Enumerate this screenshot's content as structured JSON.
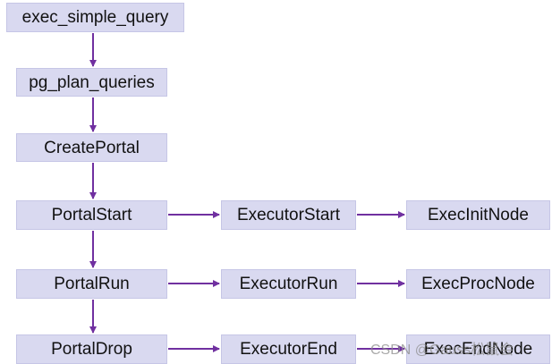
{
  "nodes": {
    "exec_simple_query": "exec_simple_query",
    "pg_plan_queries": "pg_plan_queries",
    "create_portal": "CreatePortal",
    "portal_start": "PortalStart",
    "portal_run": "PortalRun",
    "portal_drop": "PortalDrop",
    "executor_start": "ExecutorStart",
    "executor_run": "ExecutorRun",
    "executor_end": "ExecutorEnd",
    "exec_init_node": "ExecInitNode",
    "exec_proc_node": "ExecProcNode",
    "exec_end_node": "ExecEndNode"
  },
  "edges": [
    {
      "from": "exec_simple_query",
      "to": "pg_plan_queries"
    },
    {
      "from": "pg_plan_queries",
      "to": "create_portal"
    },
    {
      "from": "create_portal",
      "to": "portal_start"
    },
    {
      "from": "portal_start",
      "to": "portal_run"
    },
    {
      "from": "portal_run",
      "to": "portal_drop"
    },
    {
      "from": "portal_start",
      "to": "executor_start"
    },
    {
      "from": "executor_start",
      "to": "exec_init_node"
    },
    {
      "from": "portal_run",
      "to": "executor_run"
    },
    {
      "from": "executor_run",
      "to": "exec_proc_node"
    },
    {
      "from": "portal_drop",
      "to": "executor_end"
    },
    {
      "from": "executor_end",
      "to": "exec_end_node"
    }
  ],
  "colors": {
    "node_fill": "#d9d9f0",
    "arrow": "#7030a0",
    "text": "#111111"
  },
  "watermark": "CSDN @Gauss松鼠会"
}
